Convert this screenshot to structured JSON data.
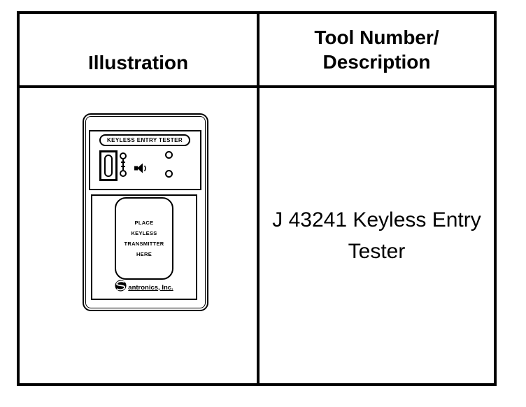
{
  "page": {
    "background_color": "#ffffff",
    "line_color": "#000000"
  },
  "table": {
    "header": {
      "illustration": "Illustration",
      "tool_number_line1": "Tool Number/",
      "tool_number_line2": "Description"
    },
    "row": {
      "tool_text_line1": "J 43241 Keyless Entry",
      "tool_text_line2": "Tester"
    }
  },
  "device": {
    "nameplate": "KEYLESS ENTRY TESTER",
    "pad_lines": [
      "PLACE",
      "KEYLESS",
      "TRANSMITTER",
      "HERE"
    ],
    "brand_name": "antronics, Inc.",
    "icons": {
      "led_window": "led-window-icon",
      "level_indicator": "level-indicator-icon",
      "speaker": "speaker-icon",
      "status_lights": "status-lights-icon",
      "brand_logo": "brand-globe-s-icon"
    }
  }
}
